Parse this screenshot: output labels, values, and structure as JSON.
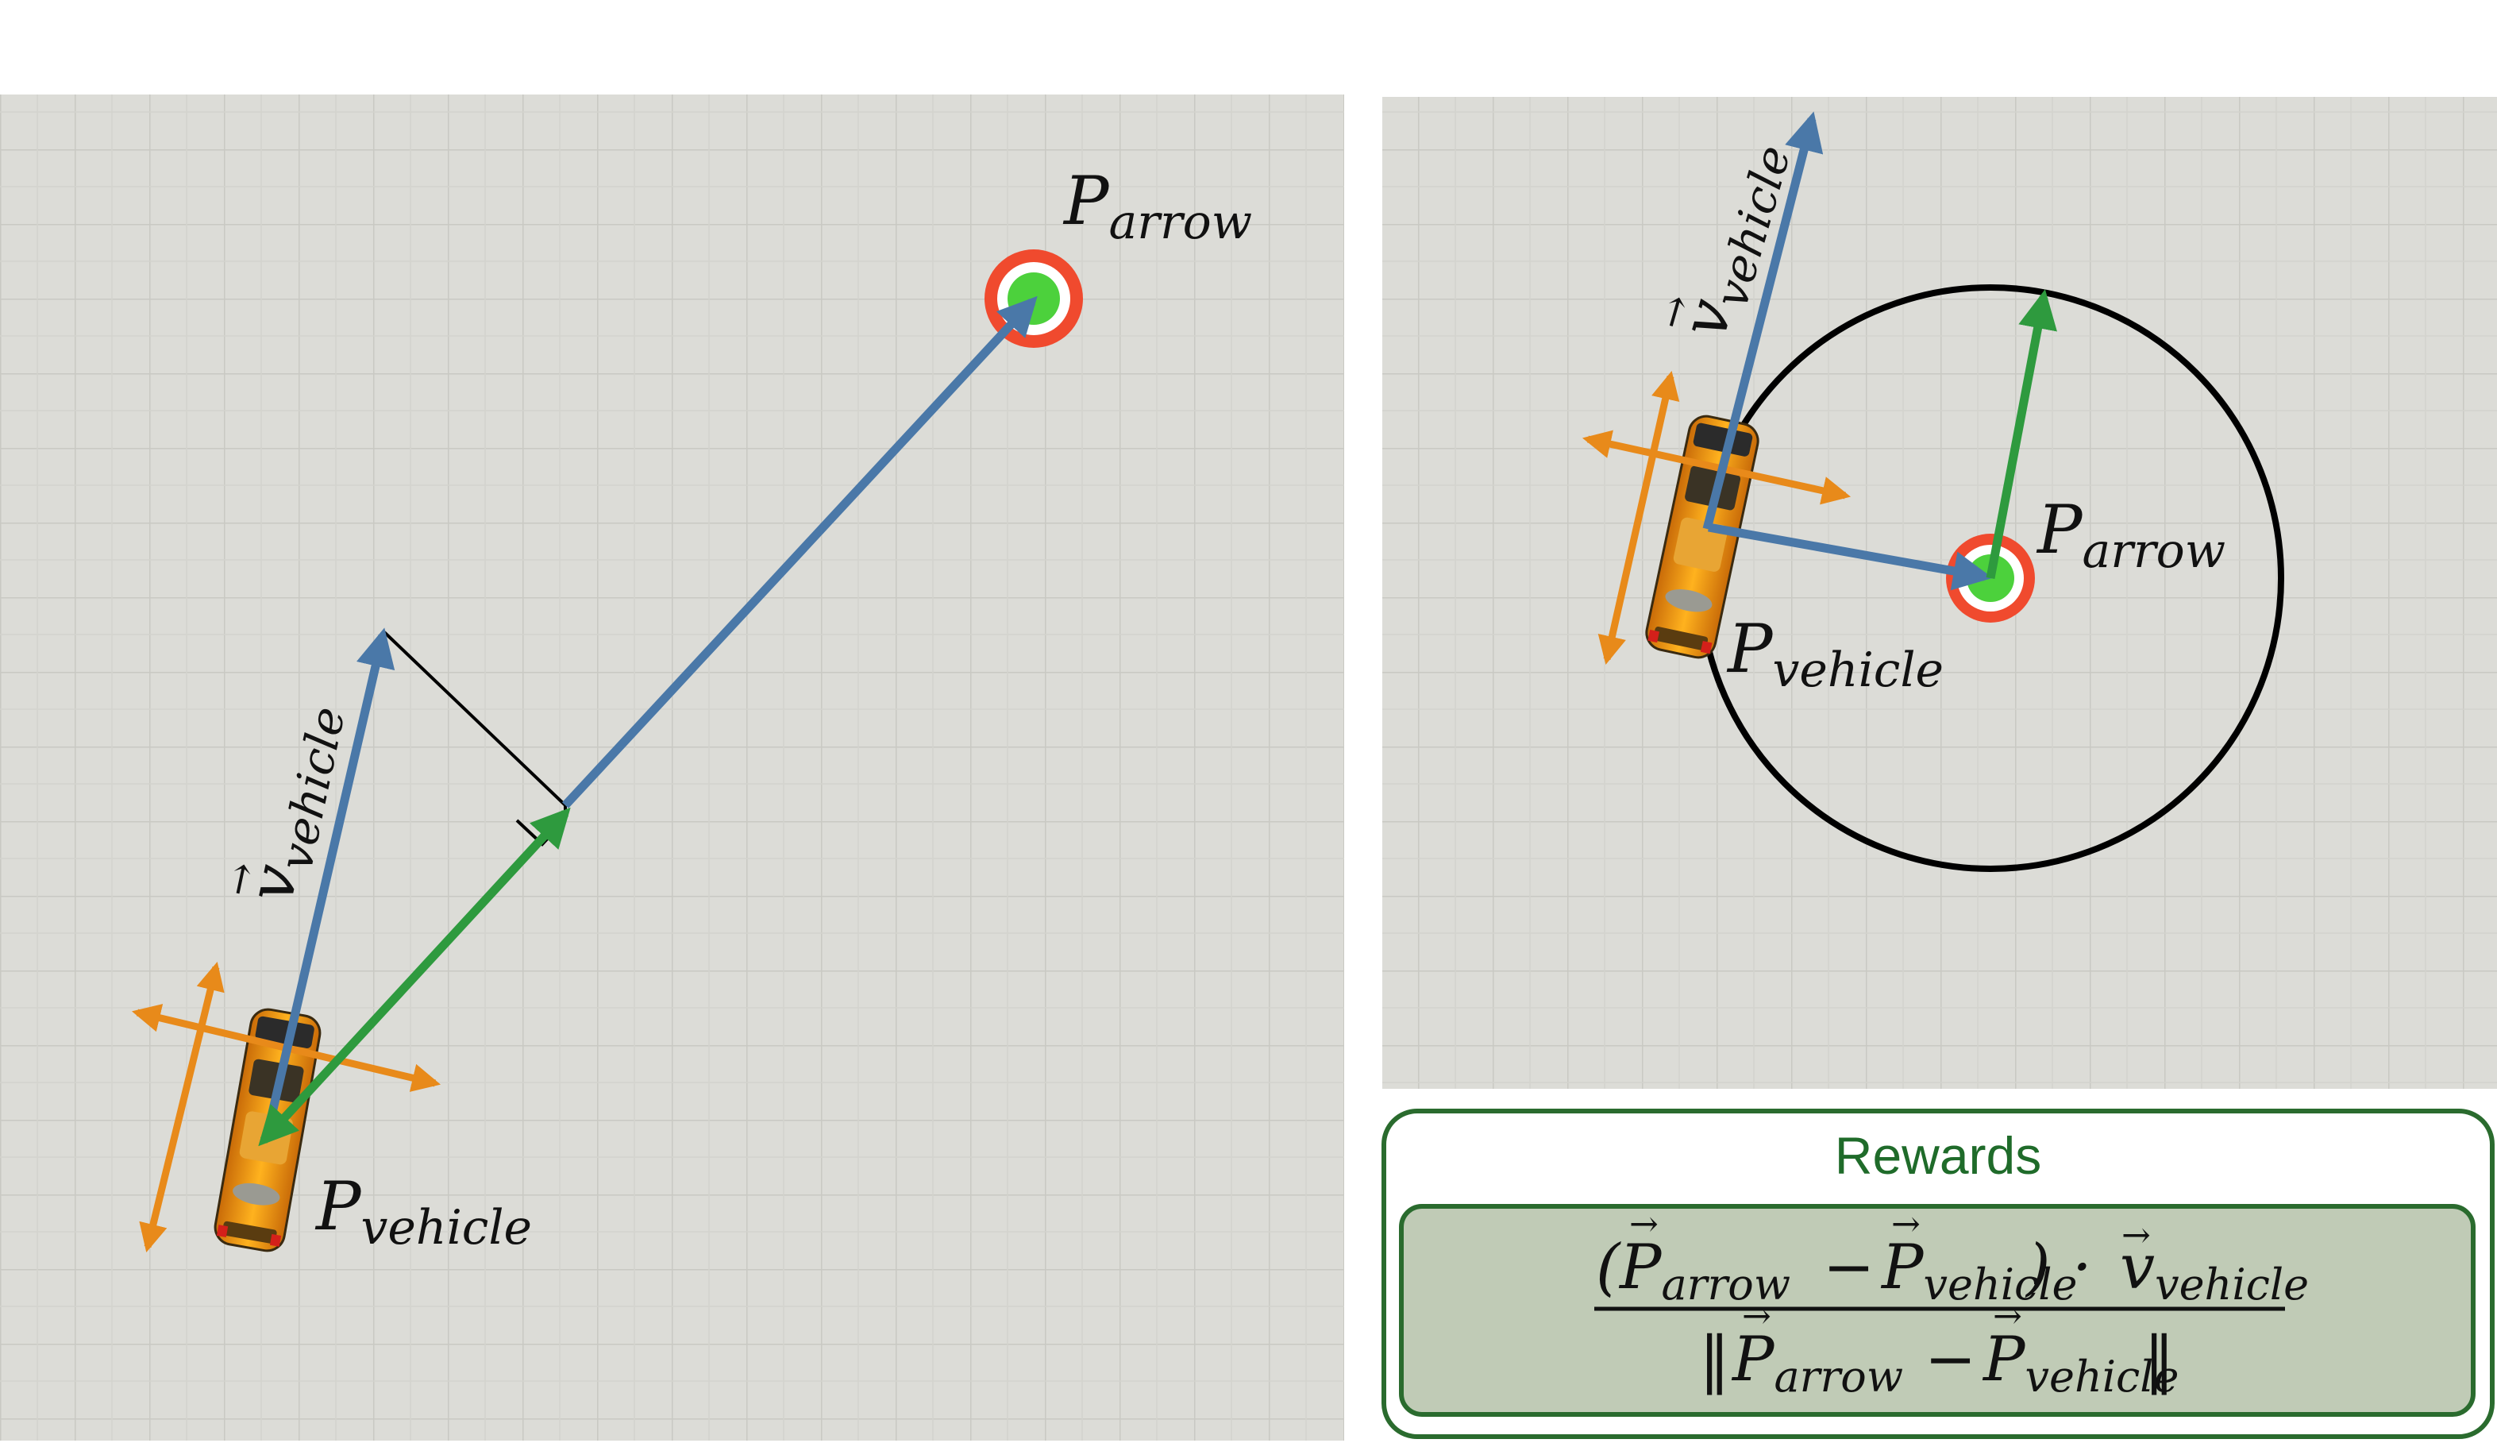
{
  "left_panel": {
    "labels": {
      "p_arrow": {
        "base": "P",
        "sub": "arrow"
      },
      "p_vehicle": {
        "base": "P",
        "sub": "vehicle"
      },
      "v_vehicle": {
        "base": "v",
        "sub": "vehicle",
        "arrow": "→"
      }
    }
  },
  "right_panel": {
    "labels": {
      "p_arrow": {
        "base": "P",
        "sub": "arrow"
      },
      "p_vehicle": {
        "base": "P",
        "sub": "vehicle"
      },
      "v_vehicle": {
        "base": "v",
        "sub": "vehicle",
        "arrow": "→"
      }
    }
  },
  "rewards": {
    "title": "Rewards",
    "numerator": {
      "open": "(",
      "p": "P",
      "arrow_sub": "arrow",
      "minus": "−",
      "vehicle_sub": "vehicle",
      "close": ")",
      "dot": "·",
      "v": "v"
    },
    "denominator": {
      "bars": "‖",
      "p": "P",
      "arrow_sub": "arrow",
      "minus": "−",
      "vehicle_sub": "vehicle"
    },
    "vector_mark": "→"
  },
  "colors": {
    "floor": "#dcdcd7",
    "grid": "#c9c9c3",
    "blue_vector": "#4a78a8",
    "green_vector": "#2e9a3e",
    "orange_axes": "#e88a1a",
    "target_ring": "#f04a2e",
    "target_center": "#4cd13c",
    "rewards_border": "#2a6b2e",
    "rewards_title": "#1f6b2a",
    "formula_box": "#c0cbb6"
  }
}
